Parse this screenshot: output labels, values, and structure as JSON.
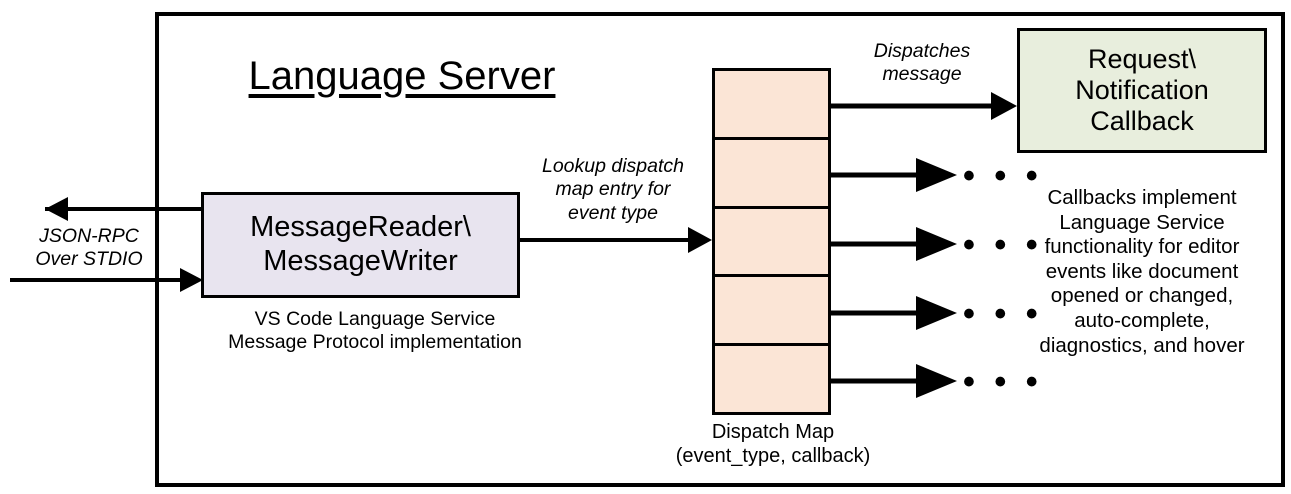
{
  "diagram": {
    "title": "Language Server",
    "frame_label": "language-server-boundary",
    "colors": {
      "reader_writer_fill": "#E8E4EF",
      "dispatch_map_fill": "#FBE5D6",
      "callback_fill": "#E8EEDD",
      "stroke": "#000000",
      "background": "#FFFFFF"
    }
  },
  "external": {
    "transport_label": "JSON-RPC\nOver STDIO",
    "outbound_arrow": "arrow-out-to-client",
    "inbound_arrow": "arrow-in-from-client"
  },
  "reader_writer": {
    "title": "MessageReader\\\nMessageWriter",
    "caption": "VS Code Language Service\nMessage Protocol implementation"
  },
  "edges": {
    "lookup": "Lookup dispatch\nmap entry for\nevent type",
    "dispatches": "Dispatches\nmessage"
  },
  "dispatch_map": {
    "caption": "Dispatch Map\n(event_type, callback)",
    "row_count": 5,
    "rows": [
      {
        "id": "row-1",
        "target": "Request\\Notification Callback",
        "ellipsis": ""
      },
      {
        "id": "row-2",
        "target": "",
        "ellipsis": "• • •"
      },
      {
        "id": "row-3",
        "target": "",
        "ellipsis": "• • •"
      },
      {
        "id": "row-4",
        "target": "",
        "ellipsis": "• • •"
      },
      {
        "id": "row-5",
        "target": "",
        "ellipsis": "• • •"
      }
    ]
  },
  "callback": {
    "title": "Request\\\nNotification\nCallback",
    "caption": "Callbacks implement\nLanguage Service\nfunctionality for editor\nevents like document\nopened or changed,\nauto-complete,\ndiagnostics, and hover"
  }
}
